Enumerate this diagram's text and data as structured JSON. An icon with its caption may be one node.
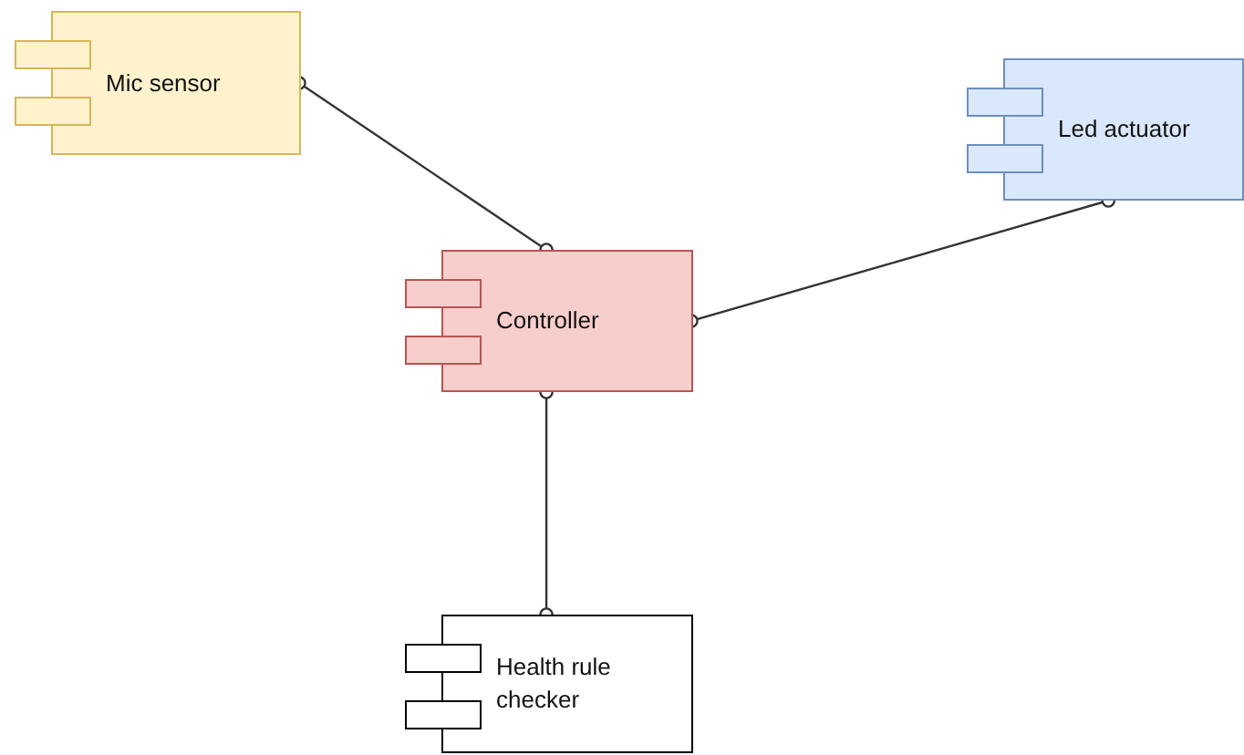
{
  "diagram": {
    "nodes": [
      {
        "text": [
          "Mic sensor"
        ]
      },
      {
        "text": [
          "Controller"
        ]
      },
      {
        "text": [
          "Led actuator"
        ]
      },
      {
        "text": [
          "Health rule checker"
        ]
      }
    ],
    "edges": [
      {
        "from": 0,
        "to": 1,
        "arrow": "other"
      },
      {
        "from": 1,
        "to": 2,
        "arrow": "other"
      },
      {
        "from": 1,
        "to": 3,
        "arrow": "other"
      }
    ]
  }
}
